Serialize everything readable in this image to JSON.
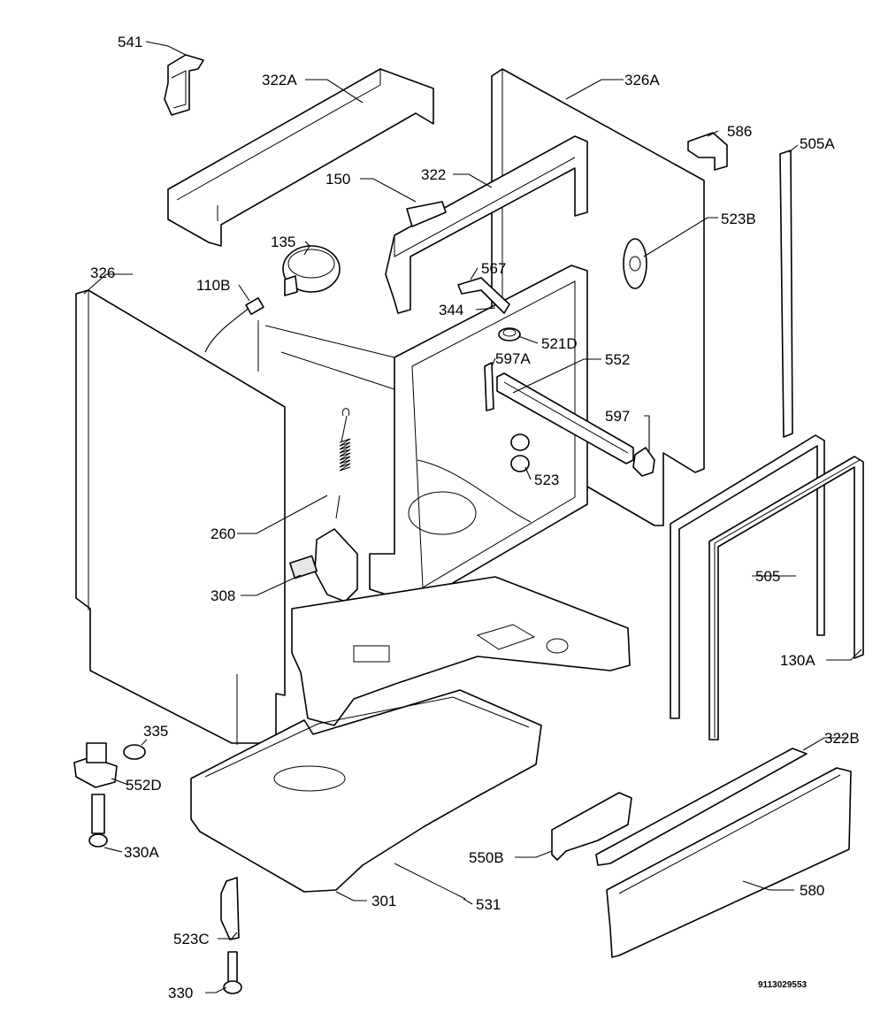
{
  "callouts": [
    {
      "id": "c541",
      "text": "541"
    },
    {
      "id": "c322A",
      "text": "322A"
    },
    {
      "id": "c326A",
      "text": "326A"
    },
    {
      "id": "c586",
      "text": "586"
    },
    {
      "id": "c505A",
      "text": "505A"
    },
    {
      "id": "c150",
      "text": "150"
    },
    {
      "id": "c322",
      "text": "322"
    },
    {
      "id": "c523B",
      "text": "523B"
    },
    {
      "id": "c135",
      "text": "135"
    },
    {
      "id": "c567",
      "text": "567"
    },
    {
      "id": "c326",
      "text": "326"
    },
    {
      "id": "c110B",
      "text": "110B"
    },
    {
      "id": "c344",
      "text": "344"
    },
    {
      "id": "c521D",
      "text": "521D"
    },
    {
      "id": "c597A",
      "text": "597A"
    },
    {
      "id": "c552",
      "text": "552"
    },
    {
      "id": "c597",
      "text": "597"
    },
    {
      "id": "c523",
      "text": "523"
    },
    {
      "id": "c260",
      "text": "260"
    },
    {
      "id": "c505",
      "text": "505"
    },
    {
      "id": "c308",
      "text": "308"
    },
    {
      "id": "c130A",
      "text": "130A"
    },
    {
      "id": "c335",
      "text": "335"
    },
    {
      "id": "c322B",
      "text": "322B"
    },
    {
      "id": "c552D",
      "text": "552D"
    },
    {
      "id": "c330A",
      "text": "330A"
    },
    {
      "id": "c550B",
      "text": "550B"
    },
    {
      "id": "c580",
      "text": "580"
    },
    {
      "id": "c301",
      "text": "301"
    },
    {
      "id": "c531",
      "text": "531"
    },
    {
      "id": "c523C",
      "text": "523C"
    },
    {
      "id": "c330",
      "text": "330"
    }
  ],
  "drawing_ref": "9113029553"
}
